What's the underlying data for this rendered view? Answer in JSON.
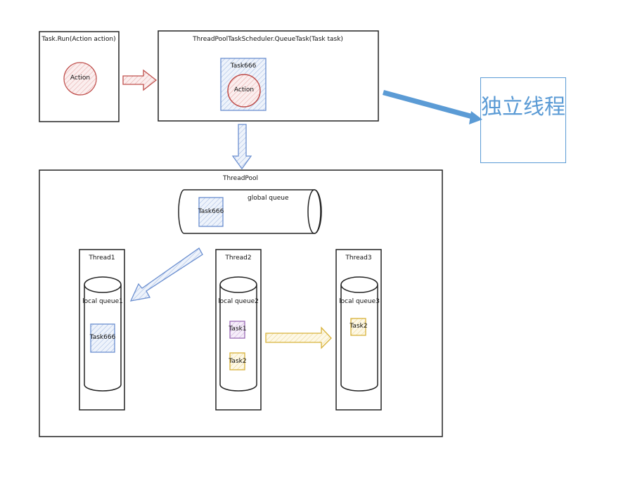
{
  "diagram": {
    "task_run_box": {
      "title": "Task.Run(Action action)",
      "action_label": "Action"
    },
    "scheduler_box": {
      "title": "ThreadPoolTaskScheduler.QueueTask(Task task)",
      "task_label": "Task666",
      "action_label": "Action"
    },
    "independent_thread_box": {
      "label": "独立线程"
    },
    "thread_pool": {
      "title": "ThreadPool",
      "global_queue": {
        "label": "global queue",
        "task_label": "Task666"
      },
      "threads": [
        {
          "title": "Thread1",
          "queue_label": "local queue1",
          "tasks": [
            {
              "label": "Task666",
              "color": "#6b8fd0"
            }
          ]
        },
        {
          "title": "Thread2",
          "queue_label": "local queue2",
          "tasks": [
            {
              "label": "Task1",
              "color": "#9b6bb5"
            },
            {
              "label": "Task2",
              "color": "#d8b23a"
            }
          ]
        },
        {
          "title": "Thread3",
          "queue_label": "local queue3",
          "tasks": [
            {
              "label": "Task2",
              "color": "#d8b23a"
            }
          ]
        }
      ]
    },
    "colors": {
      "blue": "#6b8fd0",
      "red": "#c0504d",
      "yellow": "#d8b23a",
      "purple": "#9b6bb5",
      "accent_blue": "#5b9bd5"
    }
  }
}
